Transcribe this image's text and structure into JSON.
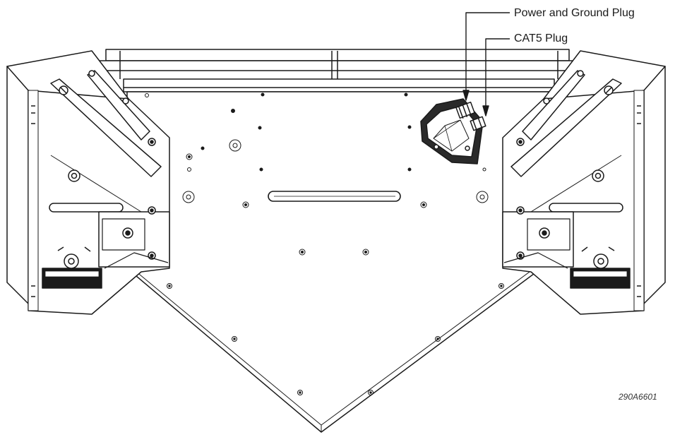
{
  "callouts": {
    "power_ground": "Power and Ground Plug",
    "cat5": "CAT5 Plug"
  },
  "figure_number": "290A6601",
  "colors": {
    "line": "#1a1a1a",
    "fill": "#ffffff",
    "shade": "#2a2a2a"
  }
}
